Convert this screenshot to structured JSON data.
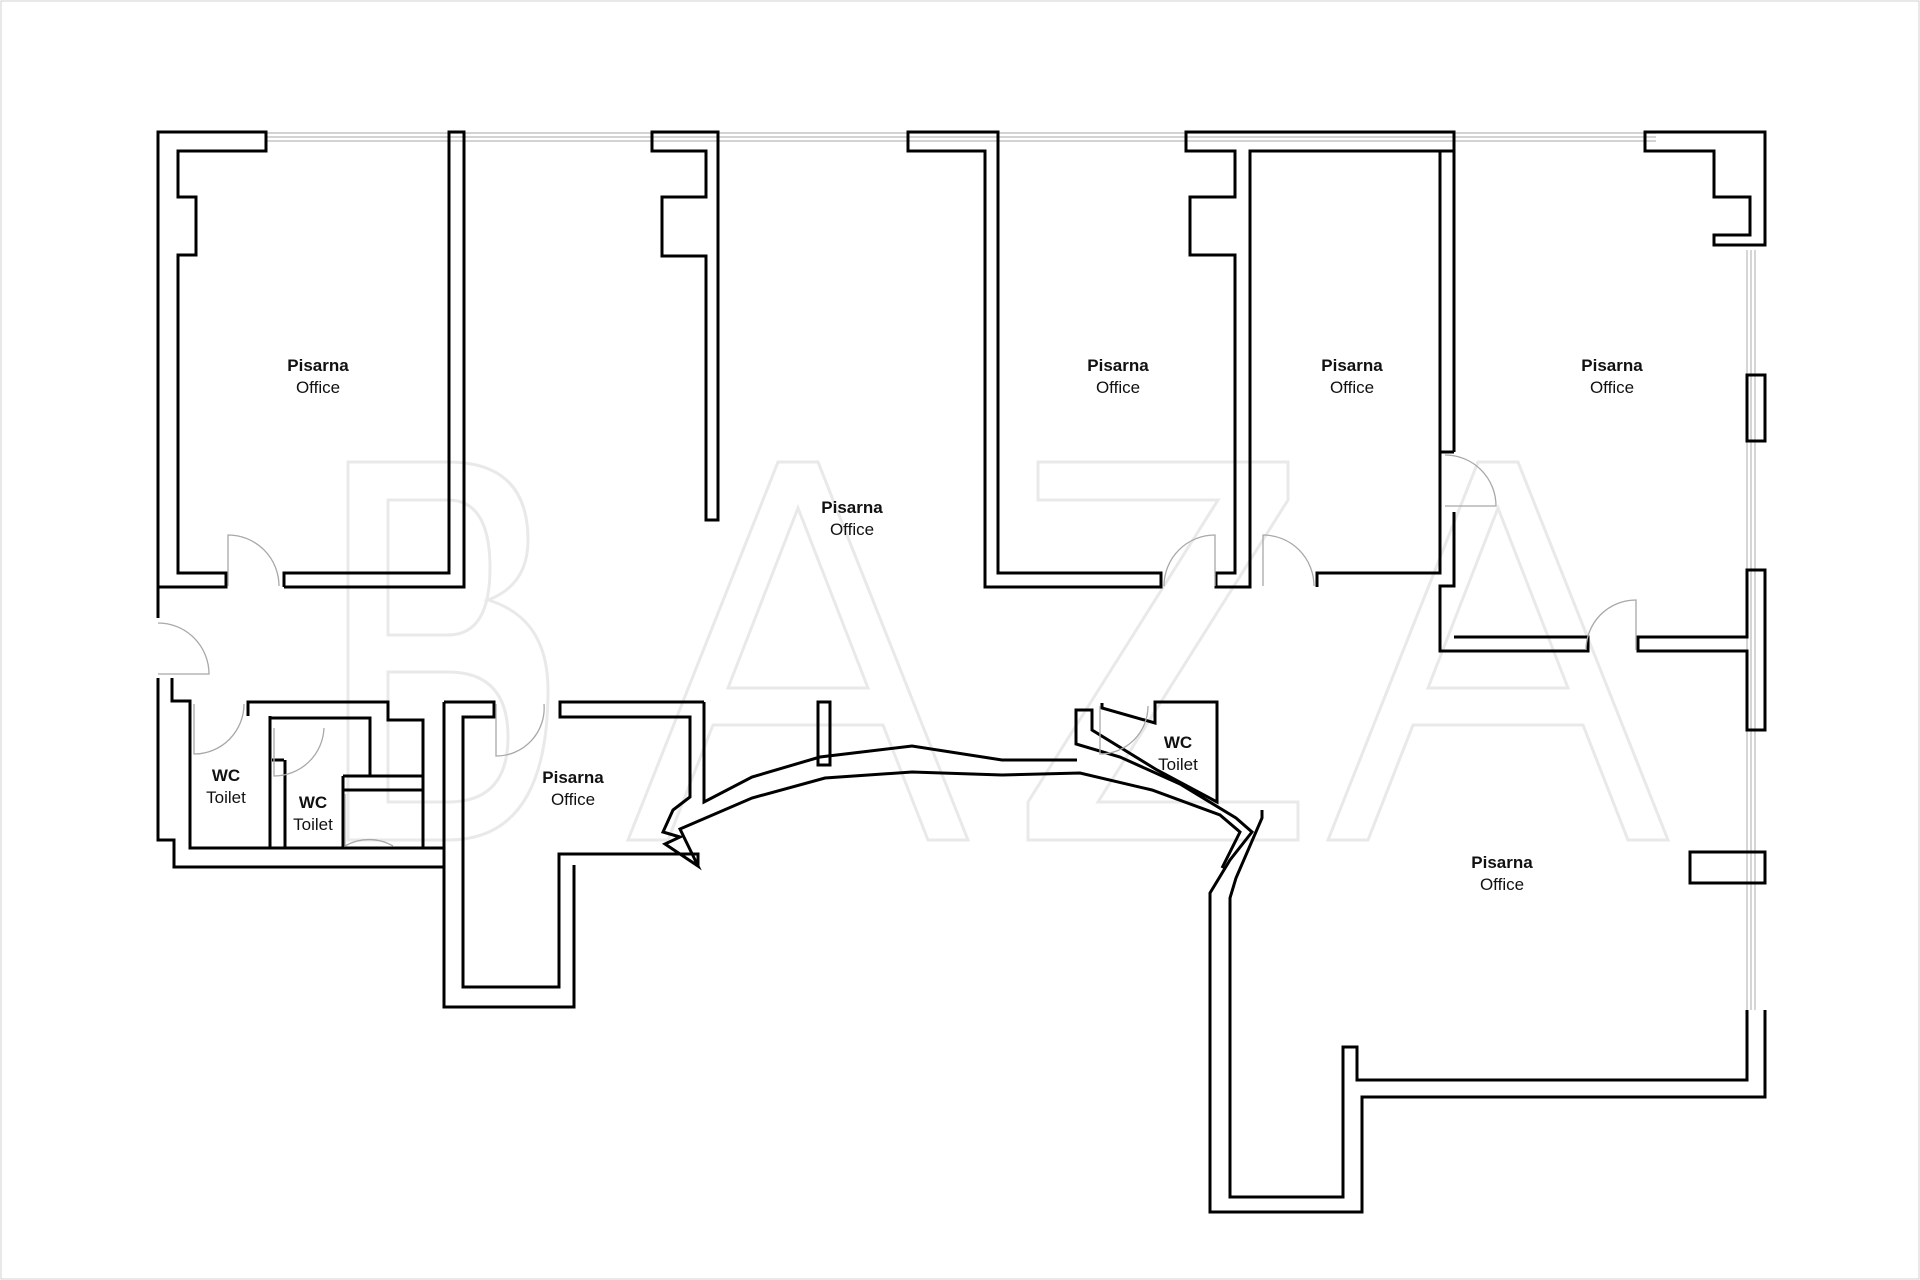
{
  "watermark": "BAZA",
  "rooms": [
    {
      "name": "Pisarna",
      "sub": "Office"
    },
    {
      "name": "Pisarna",
      "sub": "Office"
    },
    {
      "name": "Pisarna",
      "sub": "Office"
    },
    {
      "name": "Pisarna",
      "sub": "Office"
    },
    {
      "name": "Pisarna",
      "sub": "Office"
    },
    {
      "name": "Pisarna",
      "sub": "Office"
    },
    {
      "name": "Pisarna",
      "sub": "Office"
    },
    {
      "name": "WC",
      "sub": "Toilet"
    },
    {
      "name": "WC",
      "sub": "Toilet"
    },
    {
      "name": "WC",
      "sub": "Toilet"
    }
  ]
}
